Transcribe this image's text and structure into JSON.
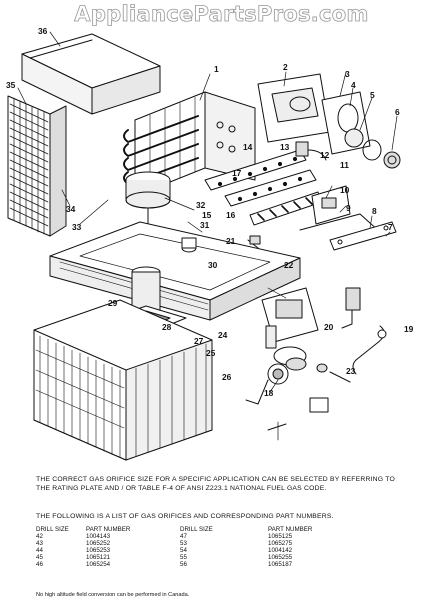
{
  "watermark": "AppliancePartsPros.com",
  "callouts": [
    "36",
    "1",
    "2",
    "3",
    "4",
    "5",
    "6",
    "35",
    "14",
    "13",
    "12",
    "11",
    "10",
    "9",
    "8",
    "7",
    "34",
    "33",
    "32",
    "15",
    "16",
    "17",
    "18",
    "19",
    "20",
    "21",
    "22",
    "23",
    "24",
    "25",
    "26",
    "27",
    "28",
    "29",
    "30",
    "31"
  ],
  "notes": {
    "orifice_text": "THE CORRECT GAS ORIFICE SIZE FOR A SPECIFIC APPLICATION CAN BE SELECTED BY REFERRING TO THE RATING PLATE AND / OR TABLE F-4 OF ANSI Z223.1 NATIONAL FUEL GAS CODE.",
    "list_text": "THE FOLLOWING IS A LIST OF GAS ORIFICES AND CORRESPONDING PART NUMBERS.",
    "footer_text": "No high altitude field conversion can be performed in Canada."
  },
  "orifice_table": {
    "headers": [
      "DRILL SIZE",
      "PART NUMBER",
      "DRILL SIZE",
      "PART NUMBER"
    ],
    "rows": [
      [
        "42",
        "1004143",
        "47",
        "1065125"
      ],
      [
        "43",
        "1065252",
        "53",
        "1065275"
      ],
      [
        "44",
        "1065253",
        "54",
        "1004142"
      ],
      [
        "45",
        "1065121",
        "55",
        "1065255"
      ],
      [
        "46",
        "1065254",
        "56",
        "1065187"
      ]
    ]
  }
}
